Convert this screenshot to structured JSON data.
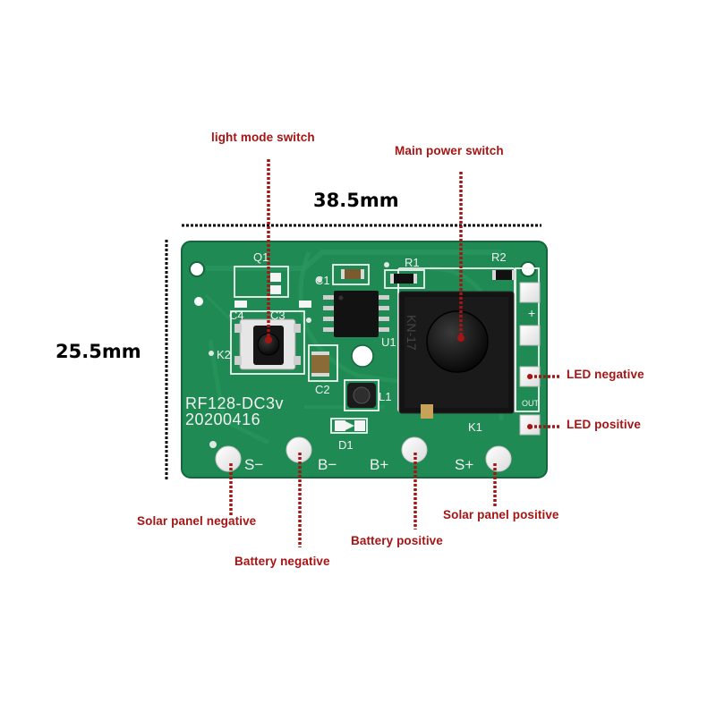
{
  "dimensions": {
    "width_label": "38.5mm",
    "height_label": "25.5mm"
  },
  "board": {
    "model": "RF128-DC3v",
    "date_code": "20200416",
    "switch_marking": "KN-17",
    "components": {
      "q1": "Q1",
      "r1": "R1",
      "r2": "R2",
      "c1": "C1",
      "c2": "C2",
      "c3": "C3",
      "c4": "C4",
      "u1": "U1",
      "l1": "L1",
      "d1": "D1",
      "k1": "K1",
      "k2": "K2",
      "out_plus": "+",
      "out_label": "OUT"
    },
    "pads": {
      "s_minus": "S−",
      "b_minus": "B−",
      "b_plus": "B+",
      "s_plus": "S+"
    },
    "colors": {
      "pcb": "#1f8a53",
      "silkscreen": "#f2f2f2",
      "callout": "#a61414",
      "dimension": "#000000"
    }
  },
  "callouts": {
    "light_mode_switch": "light mode switch",
    "main_power_switch": "Main power switch",
    "led_negative": "LED negative",
    "led_positive": "LED positive",
    "solar_panel_negative": "Solar panel negative",
    "battery_negative": "Battery negative",
    "battery_positive": "Battery positive",
    "solar_panel_positive": "Solar panel positive"
  }
}
